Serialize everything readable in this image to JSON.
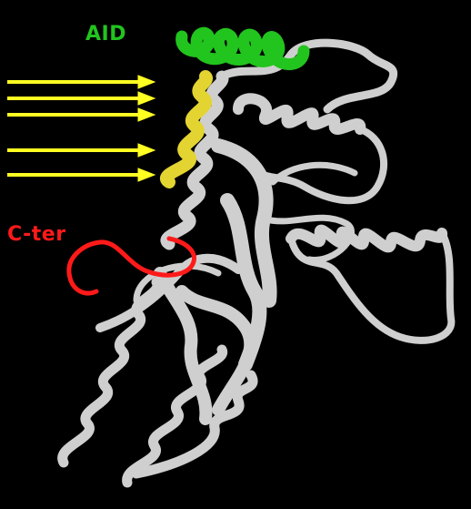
{
  "figure": {
    "label_aid": "AID",
    "label_cter": "C-ter"
  },
  "colors": {
    "background": "#000000",
    "aid_helix": "#22c41e",
    "highlight_helix": "#e3d431",
    "arrows": "#ffff22",
    "c_terminus": "#ff1a1a",
    "protein_backbone": "#cfcfcf"
  },
  "arrows": {
    "count": 5
  }
}
